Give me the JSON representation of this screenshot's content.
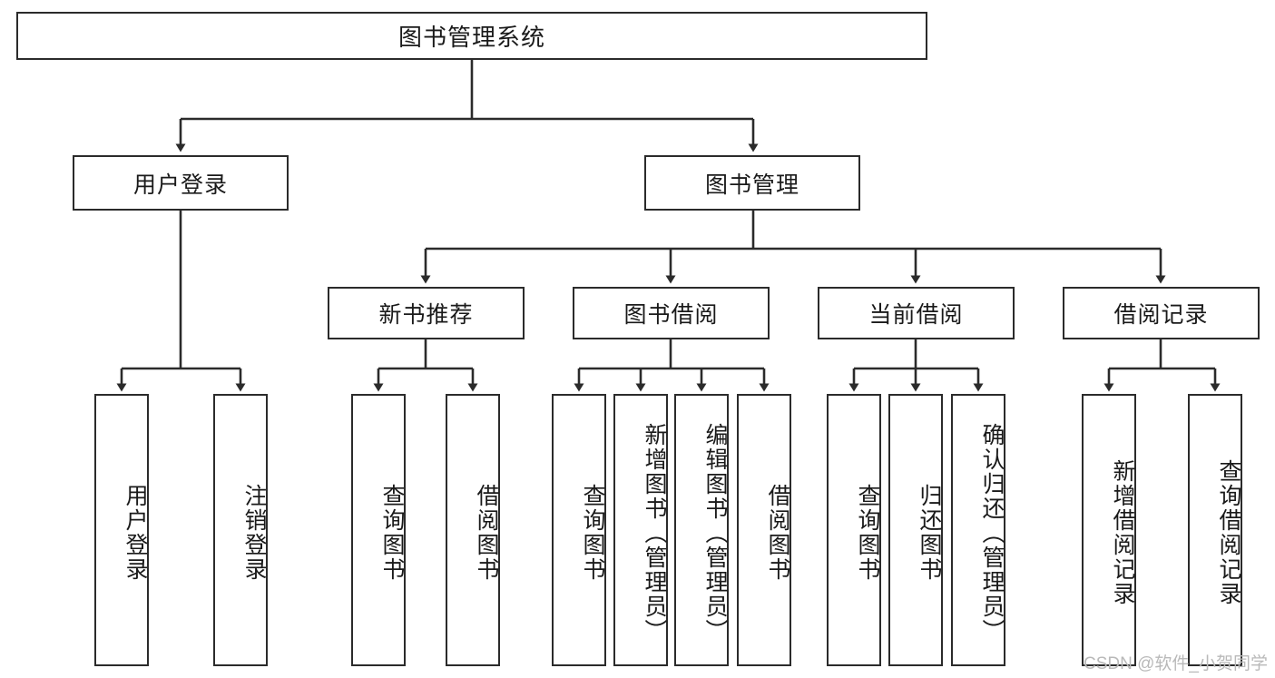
{
  "diagram": {
    "title": "图书管理系统",
    "type": "hierarchy-tree",
    "watermark": "CSDN @软件_小贺同学",
    "colors": {
      "line": "#2b2b2b",
      "box_fill": "#ffffff",
      "text": "#1a1a1a",
      "watermark": "#b9b9b9"
    },
    "root": {
      "label": "图书管理系统"
    },
    "level2": [
      {
        "label": "用户登录"
      },
      {
        "label": "图书管理"
      }
    ],
    "level3": [
      {
        "label": "新书推荐"
      },
      {
        "label": "图书借阅"
      },
      {
        "label": "当前借阅"
      },
      {
        "label": "借阅记录"
      }
    ],
    "leaves": {
      "user_login": [
        {
          "label": "用户登录"
        },
        {
          "label": "注销登录"
        }
      ],
      "new_book_recommend": [
        {
          "label": "查询图书"
        },
        {
          "label": "借阅图书"
        }
      ],
      "book_borrow": [
        {
          "label": "查询图书"
        },
        {
          "label": "新增图书（管理员）"
        },
        {
          "label": "编辑图书（管理员）"
        },
        {
          "label": "借阅图书"
        }
      ],
      "current_borrow": [
        {
          "label": "查询图书"
        },
        {
          "label": "归还图书"
        },
        {
          "label": "确认归还（管理员）"
        }
      ],
      "borrow_record": [
        {
          "label": "新增借阅记录"
        },
        {
          "label": "查询借阅记录"
        }
      ]
    }
  }
}
